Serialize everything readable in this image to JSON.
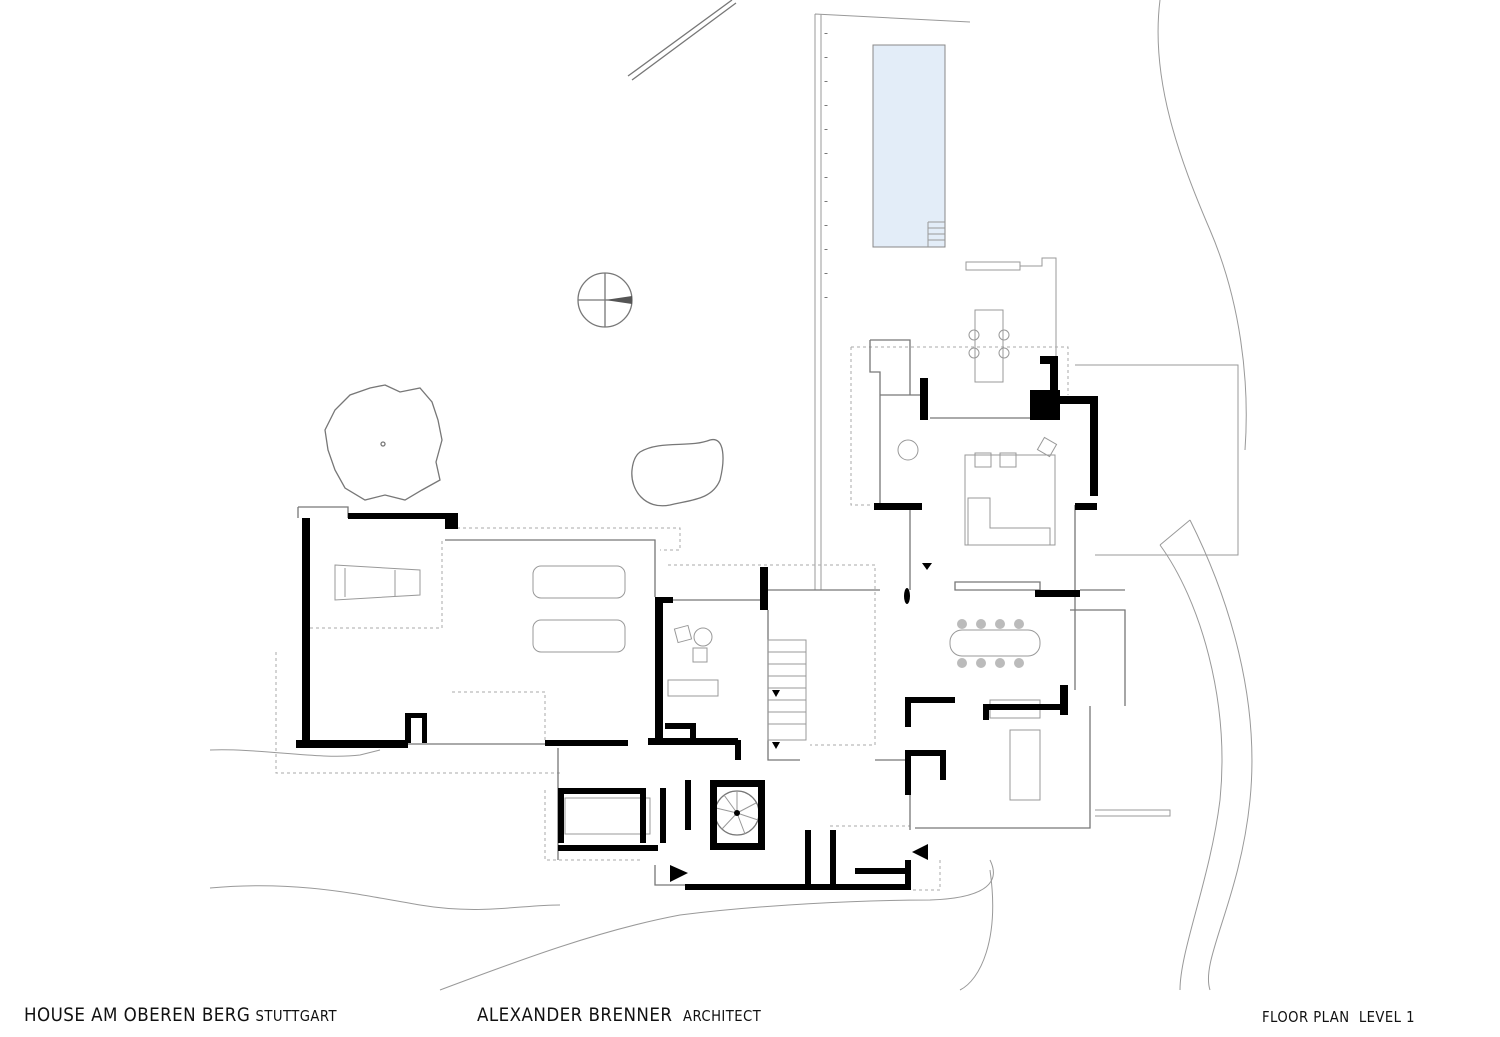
{
  "title_block": {
    "project": "HOUSE AM OBEREN BERG",
    "city": "STUTTGART",
    "architect": "ALEXANDER BRENNER",
    "role": "ARCHITECT",
    "sheet": "FLOOR PLAN  LEVEL 1"
  },
  "colors": {
    "pool": "#e3edf8",
    "walls": "#000000",
    "lines": "#999999"
  }
}
